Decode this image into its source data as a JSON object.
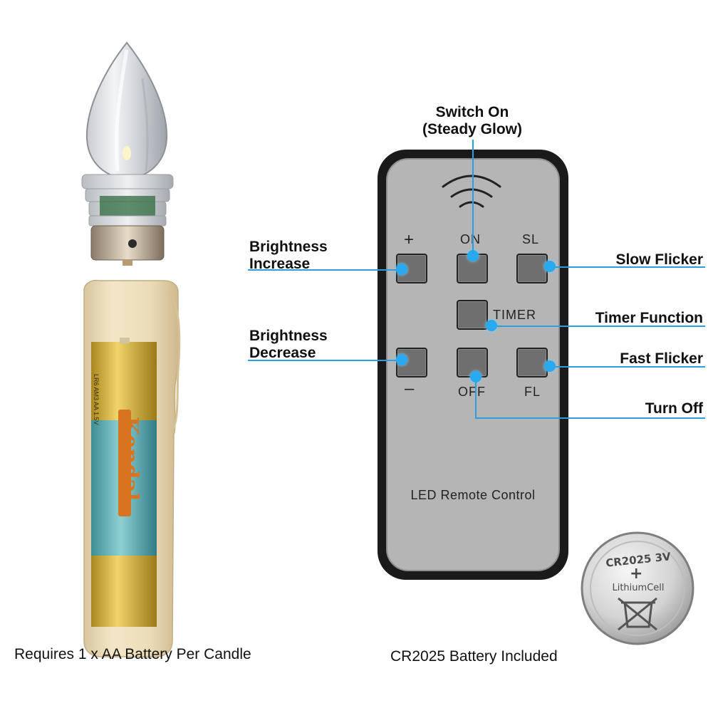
{
  "captions": {
    "left": "Requires 1 x AA Battery Per Candle",
    "right": "CR2025 Battery Included"
  },
  "remote": {
    "title": "LED Remote Control",
    "buttons": {
      "plus": "+",
      "on": "ON",
      "sl": "SL",
      "timer": "TIMER",
      "minus": "–",
      "off": "OFF",
      "fl": "FL"
    }
  },
  "callouts": {
    "switch_on_line1": "Switch On",
    "switch_on_line2": "(Steady Glow)",
    "brightness_increase_line1": "Brightness",
    "brightness_increase_line2": "Increase",
    "brightness_decrease_line1": "Brightness",
    "brightness_decrease_line2": "Decrease",
    "slow_flicker": "Slow Flicker",
    "timer_function": "Timer Function",
    "fast_flicker": "Fast Flicker",
    "turn_off": "Turn Off"
  },
  "coin_cell": {
    "model": "CR2025 3V",
    "type": "LithiumCell"
  },
  "battery": {
    "brand": "Kendal",
    "size_code": "LR6 AM3 AA 1.5V"
  },
  "colors": {
    "accent": "#28a9f0",
    "remote_face": "#b5b5b5",
    "remote_frame": "#1a1a1a",
    "candle": "#ead9b4"
  }
}
